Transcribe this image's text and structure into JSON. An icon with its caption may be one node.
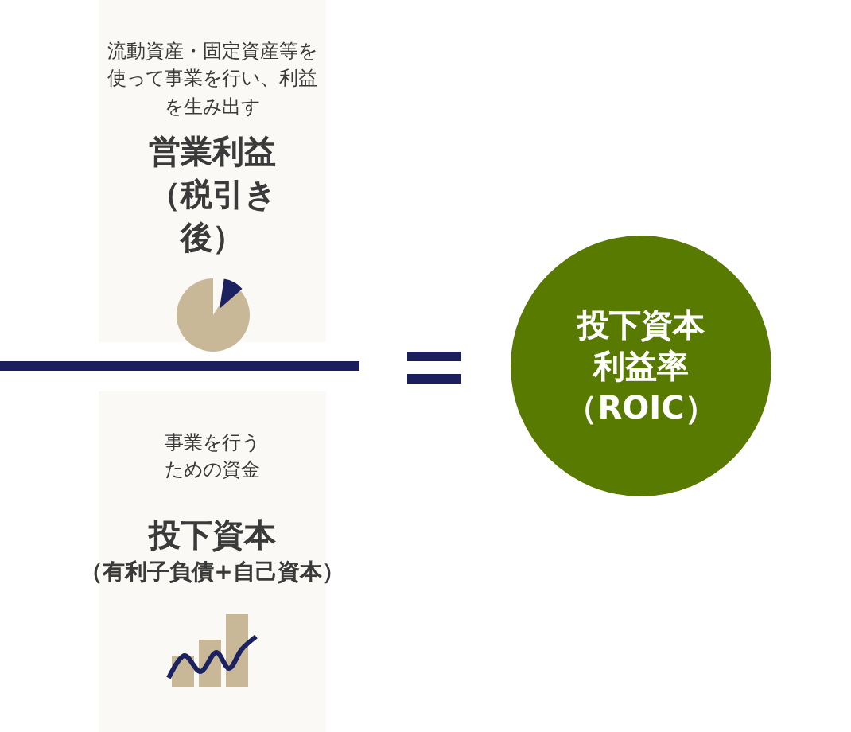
{
  "diagram": {
    "nodes": [
      {
        "text": [
          "流動資産・固定資産等を使って事業を行い、利益を生み出す",
          "営業利益（税引き後）"
        ]
      },
      {
        "text": [
          "事業を行うための資金",
          "投下資本",
          "（有利子負債+自己資本）"
        ]
      },
      {
        "text": [
          "投下資本利益率（ROIC）"
        ]
      }
    ]
  }
}
